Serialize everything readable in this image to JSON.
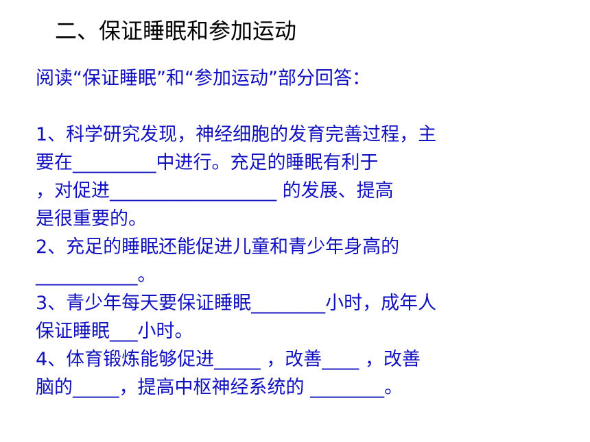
{
  "title": "二、保证睡眠和参加运动",
  "intro": "阅读“保证睡眠”和“参加运动”部分回答：",
  "lines": [
    "1、科学研究发现，神经细胞的发育完善过程，主",
    "要在_________中进行。充足的睡眠有利于",
    "，对促进__________________  的发展、提高",
    "是很重要的。",
    "2、充足的睡眠还能促进儿童和青少年身高的",
    "___________。",
    "3、青少年每天要保证睡眠________小时，成年人",
    "保证睡眠___小时。",
    "4、体育锻炼能够促进_____  ，改善____ ，改善",
    "脑的_____，提高中枢神经系统的 ________。"
  ],
  "colors": {
    "title": "#000000",
    "body": "#1010c0",
    "background": "#ffffff"
  }
}
